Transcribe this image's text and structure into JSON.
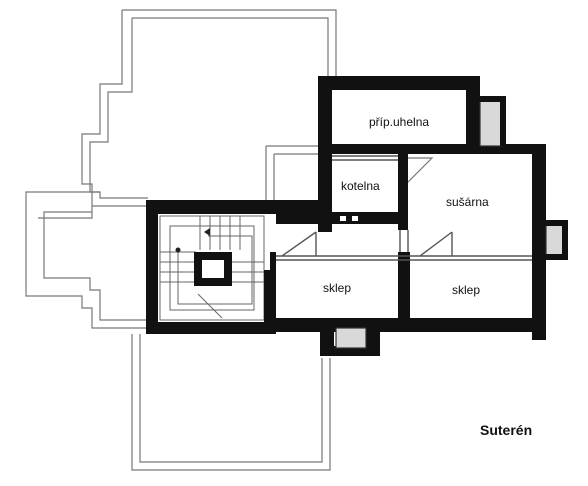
{
  "plan": {
    "title": "Suterén",
    "rooms": {
      "prip_uhelna": "příp.uhelna",
      "kotelna": "kotelna",
      "susarna": "sušárna",
      "sklep_left": "sklep",
      "sklep_right": "sklep"
    }
  },
  "colors": {
    "wall": "#111111",
    "outline": "#777777",
    "hatch": "#d9d9d9",
    "background": "#ffffff"
  }
}
